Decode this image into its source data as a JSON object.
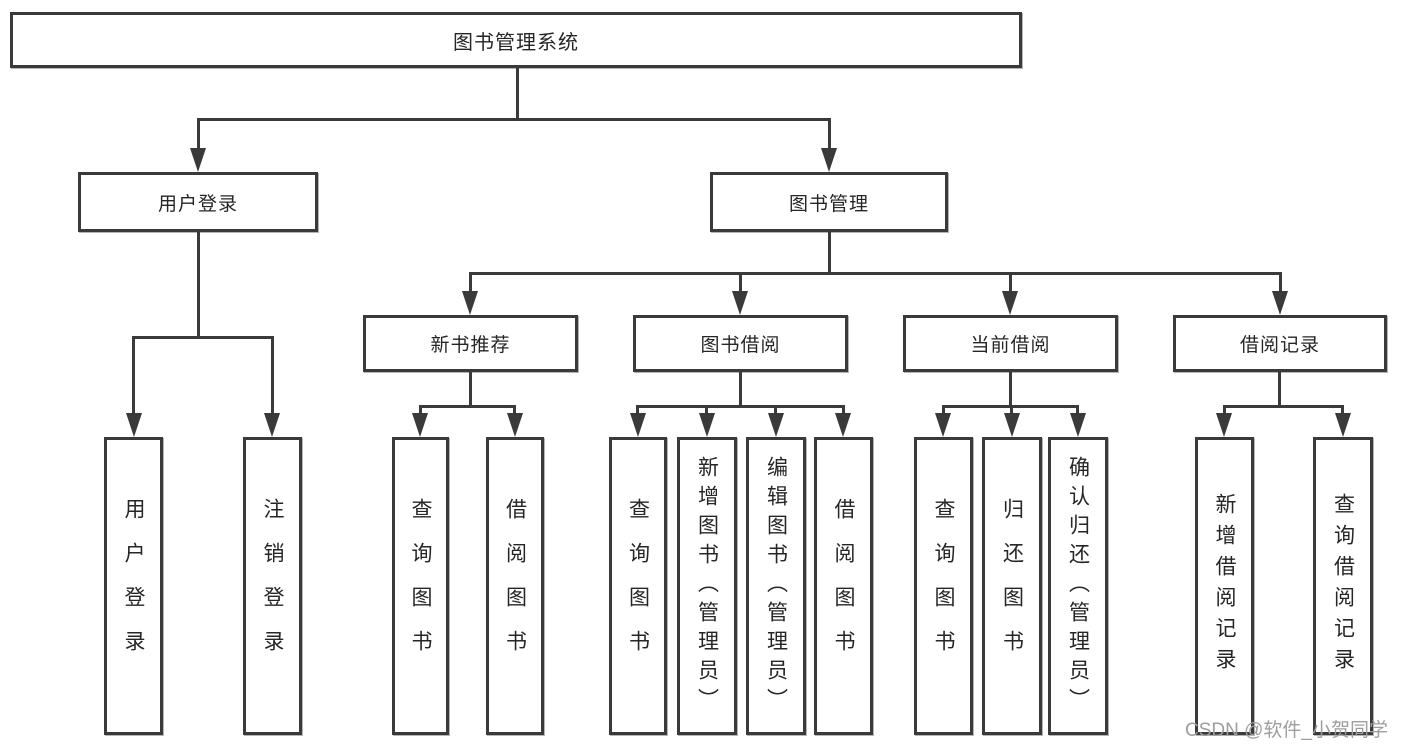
{
  "diagram": {
    "type": "hierarchy-tree",
    "nodes": {
      "root": "图书管理系统",
      "user_login": "用户登录",
      "book_mgmt": "图书管理",
      "new_book_rec": "新书推荐",
      "book_borrow": "图书借阅",
      "current_borrow": "当前借阅",
      "borrow_records": "借阅记录",
      "leaf_user_login": "用户登录",
      "leaf_logout": "注销登录",
      "leaf_query_book_rec": "查询图书",
      "leaf_borrow_book_rec": "借阅图书",
      "leaf_query_book_borrow": "查询图书",
      "leaf_add_book_admin": "新增图书（管理员）",
      "leaf_edit_book_admin": "编辑图书（管理员）",
      "leaf_borrow_book_borrow": "借阅图书",
      "leaf_query_book_current": "查询图书",
      "leaf_return_book": "归还图书",
      "leaf_confirm_return_admin": "确认归还（管理员）",
      "leaf_add_borrow_record": "新增借阅记录",
      "leaf_query_borrow_record": "查询借阅记录"
    },
    "hierarchy": {
      "图书管理系统": [
        "用户登录",
        "图书管理"
      ],
      "用户登录": [
        "用户登录",
        "注销登录"
      ],
      "图书管理": [
        "新书推荐",
        "图书借阅",
        "当前借阅",
        "借阅记录"
      ],
      "新书推荐": [
        "查询图书",
        "借阅图书"
      ],
      "图书借阅": [
        "查询图书",
        "新增图书（管理员）",
        "编辑图书（管理员）",
        "借阅图书"
      ],
      "当前借阅": [
        "查询图书",
        "归还图书",
        "确认归还（管理员）"
      ],
      "借阅记录": [
        "新增借阅记录",
        "查询借阅记录"
      ]
    }
  },
  "watermark": "CSDN @软件_小贺同学",
  "colors": {
    "line": "#3a3a3a",
    "box_border": "#3a3a3a",
    "box_fill": "#ffffff",
    "text": "#262626",
    "watermark": "#9e9e9e",
    "background": "#ffffff"
  }
}
